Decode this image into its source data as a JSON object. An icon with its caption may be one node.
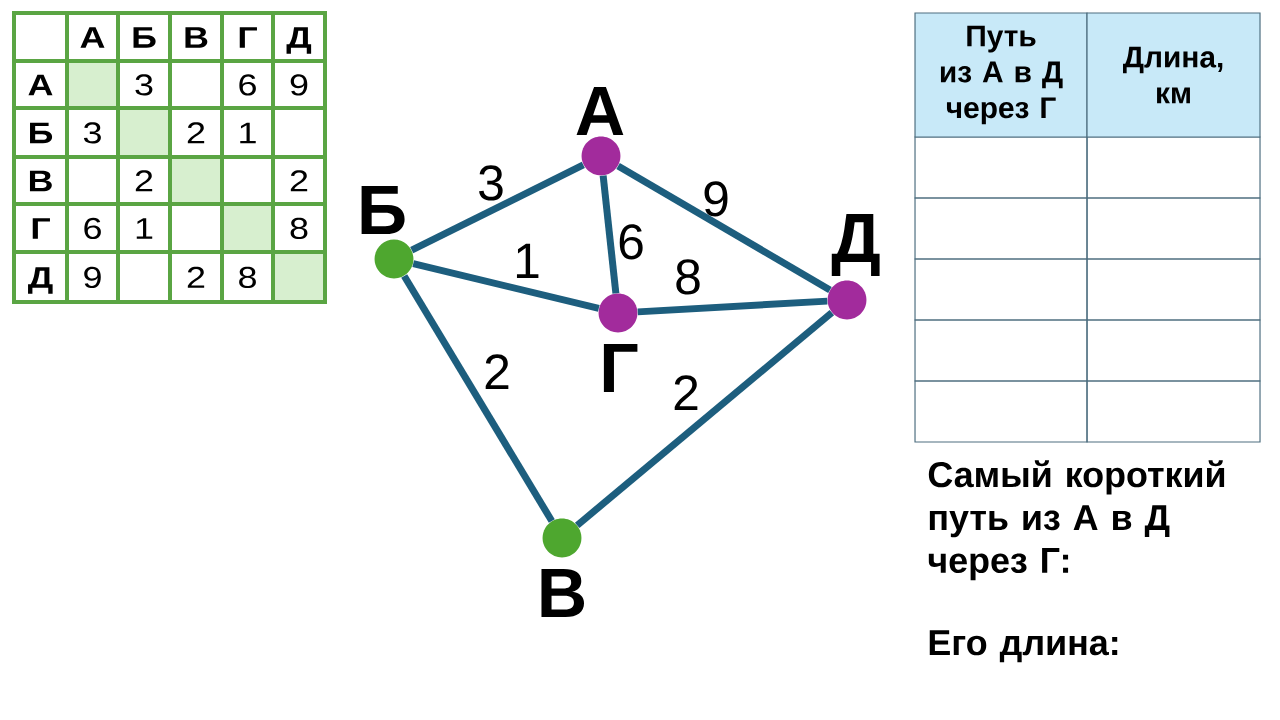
{
  "diagram": {
    "nodes": [
      {
        "text": [
          "А"
        ]
      },
      {
        "text": [
          "Б"
        ]
      },
      {
        "text": [
          "В"
        ]
      },
      {
        "text": [
          "Г"
        ]
      },
      {
        "text": [
          "Д"
        ]
      }
    ],
    "edges": [
      {
        "from": 0,
        "to": 1,
        "arrow": "none",
        "label": "3"
      },
      {
        "from": 0,
        "to": 3,
        "arrow": "none",
        "label": "6"
      },
      {
        "from": 0,
        "to": 4,
        "arrow": "none",
        "label": "9"
      },
      {
        "from": 1,
        "to": 3,
        "arrow": "none",
        "label": "1"
      },
      {
        "from": 1,
        "to": 2,
        "arrow": "none",
        "label": "2"
      },
      {
        "from": 2,
        "to": 4,
        "arrow": "none",
        "label": "2"
      },
      {
        "from": 3,
        "to": 4,
        "arrow": "none",
        "label": "8"
      }
    ],
    "labels": [
      "А",
      "Б",
      "В",
      "Г",
      "Д",
      "А",
      "3",
      "6",
      "9",
      "Б",
      "3",
      "2",
      "1",
      "В",
      "2",
      "2",
      "Г",
      "6",
      "1",
      "8",
      "Д",
      "9",
      "2",
      "8",
      "Путь из А в Д через Г",
      "Длина, км",
      "Самый короткий путь из А в Д через Г:",
      "Его длина:"
    ]
  }
}
